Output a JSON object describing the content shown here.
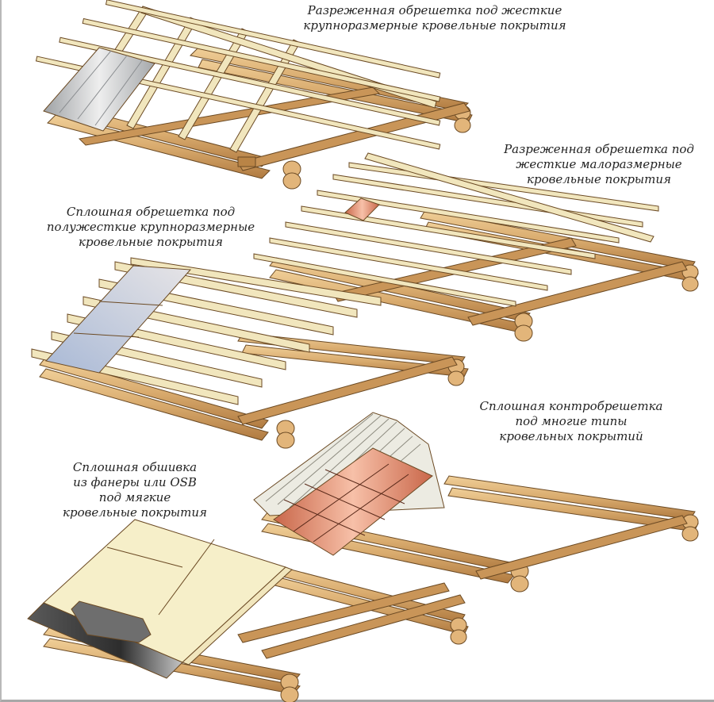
{
  "title": "Типы обрешетки под кровельные покрытия",
  "colors": {
    "log": "#d9ab6e",
    "log_dark": "#a9773e",
    "outline": "#6b4a24",
    "lath": "#f1e6bd",
    "beam": "#c99558",
    "slate": "#c9cbcd",
    "tile": "#e69a7e",
    "board_sheet": "#c6cbd8",
    "osb": "#f6efc9",
    "shingle": "#3c3c3c"
  },
  "panels": [
    {
      "id": "sparse-large",
      "material": "corrugated-slate-sheet",
      "caption": [
        "Разреженная обрешетка под жесткие",
        "крупноразмерные кровельные покрытия"
      ]
    },
    {
      "id": "sparse-small",
      "material": "single-tile",
      "caption": [
        "Разреженная обрешетка под",
        "жесткие малоразмерные",
        "кровельные покрытия"
      ]
    },
    {
      "id": "solid-semi-rigid",
      "material": "flat-sheets",
      "caption": [
        "Сплошная обрешетка под",
        "полужесткие крупноразмерные",
        "кровельные покрытия"
      ]
    },
    {
      "id": "counter-lathing",
      "material": "metal-tile",
      "caption": [
        "Сплошная контробрешетка",
        "под многие типы",
        "кровельных покрытий"
      ]
    },
    {
      "id": "plywood-osb",
      "material": "soft-shingles",
      "caption": [
        "Сплошная обшивка",
        "из фанеры или OSB",
        "под мягкие",
        "кровельные покрытия"
      ]
    }
  ]
}
